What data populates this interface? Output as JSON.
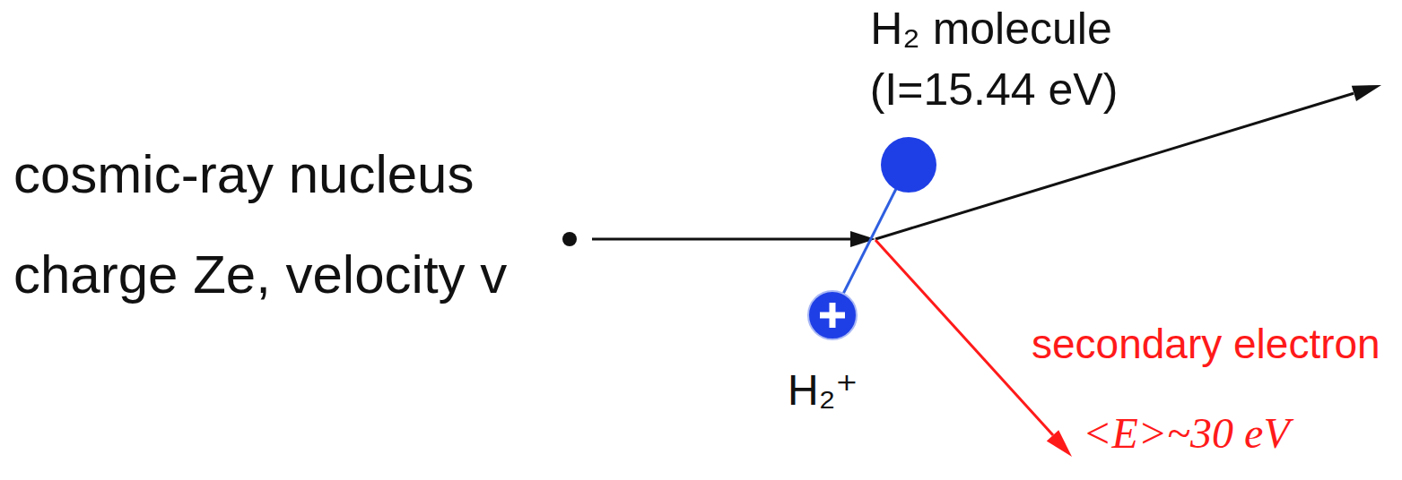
{
  "diagram": {
    "labels": [
      "H₂ molecule",
      "(I=15.44 eV)",
      "cosmic-ray nucleus",
      "charge Ze, velocity v",
      "H₂⁺",
      "secondary electron",
      "<E>~30 eV"
    ]
  }
}
